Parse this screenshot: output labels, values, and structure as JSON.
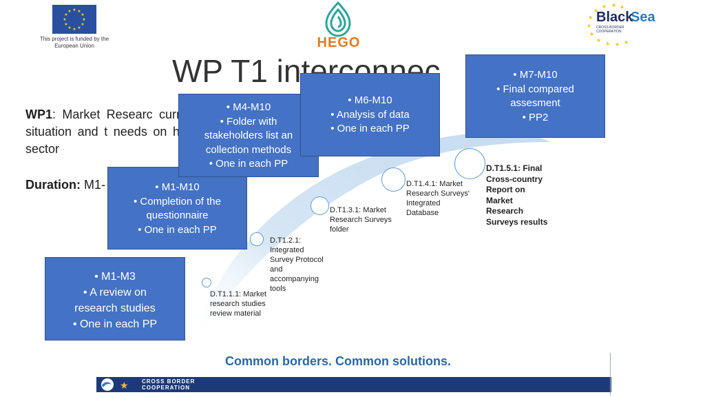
{
  "header": {
    "eu_caption": "This project is funded by the European Union",
    "hego_logo_text": "HEGO",
    "blacksea_word_a": "Black",
    "blacksea_word_b": "Sea",
    "blacksea_sub": "CROSS BORDER COOPERATION"
  },
  "slide": {
    "title": "WP T1 interconnec",
    "wp1_label": "WP1",
    "wp1_text": ":  Market Researc current situation and t needs on herb sector",
    "duration_label": "Duration:",
    "duration_value": " M1-"
  },
  "boxes": {
    "m1m3": [
      "M1-M3",
      "A review on",
      "research studies",
      "One in each PP"
    ],
    "m1m10": [
      "M1-M10",
      "Completion of the",
      "questionnaire",
      "One in each PP"
    ],
    "m4m10": [
      "M4-M10",
      "Folder with",
      "stakeholders list an",
      "collection methods",
      "One in each PP"
    ],
    "m6m10": [
      "M6-M10",
      "Analysis of data",
      "One in each PP"
    ],
    "m7m10": [
      "M7-M10",
      "Final compared",
      "assesment",
      "PP2"
    ]
  },
  "deliverables": {
    "d1": "D.T1.1.1: Market research studies review material",
    "d2": "D.T1.2.1: Integrated Survey Protocol and accompanying tools",
    "d3": "D.T1.3.1: Market Research Surveys folder",
    "d4": "D.T1.4.1: Market Research Surveys' Integrated Database",
    "d5": "D.T1.5.1: Final Cross-country Report on Market Research Surveys results"
  },
  "footer": {
    "slogan": "Common borders. Common solutions.",
    "band_text": "CROSS BORDER COOPERATION"
  },
  "colors": {
    "box_fill": "#4472c4",
    "arc_fill": "#d6e6f5",
    "circle_stroke": "#5b9bd5",
    "footer_band": "#1d3a78"
  },
  "icons": [
    "eu-flag-icon",
    "hego-leaf-icon",
    "blacksea-stars-icon",
    "wave-icon"
  ]
}
